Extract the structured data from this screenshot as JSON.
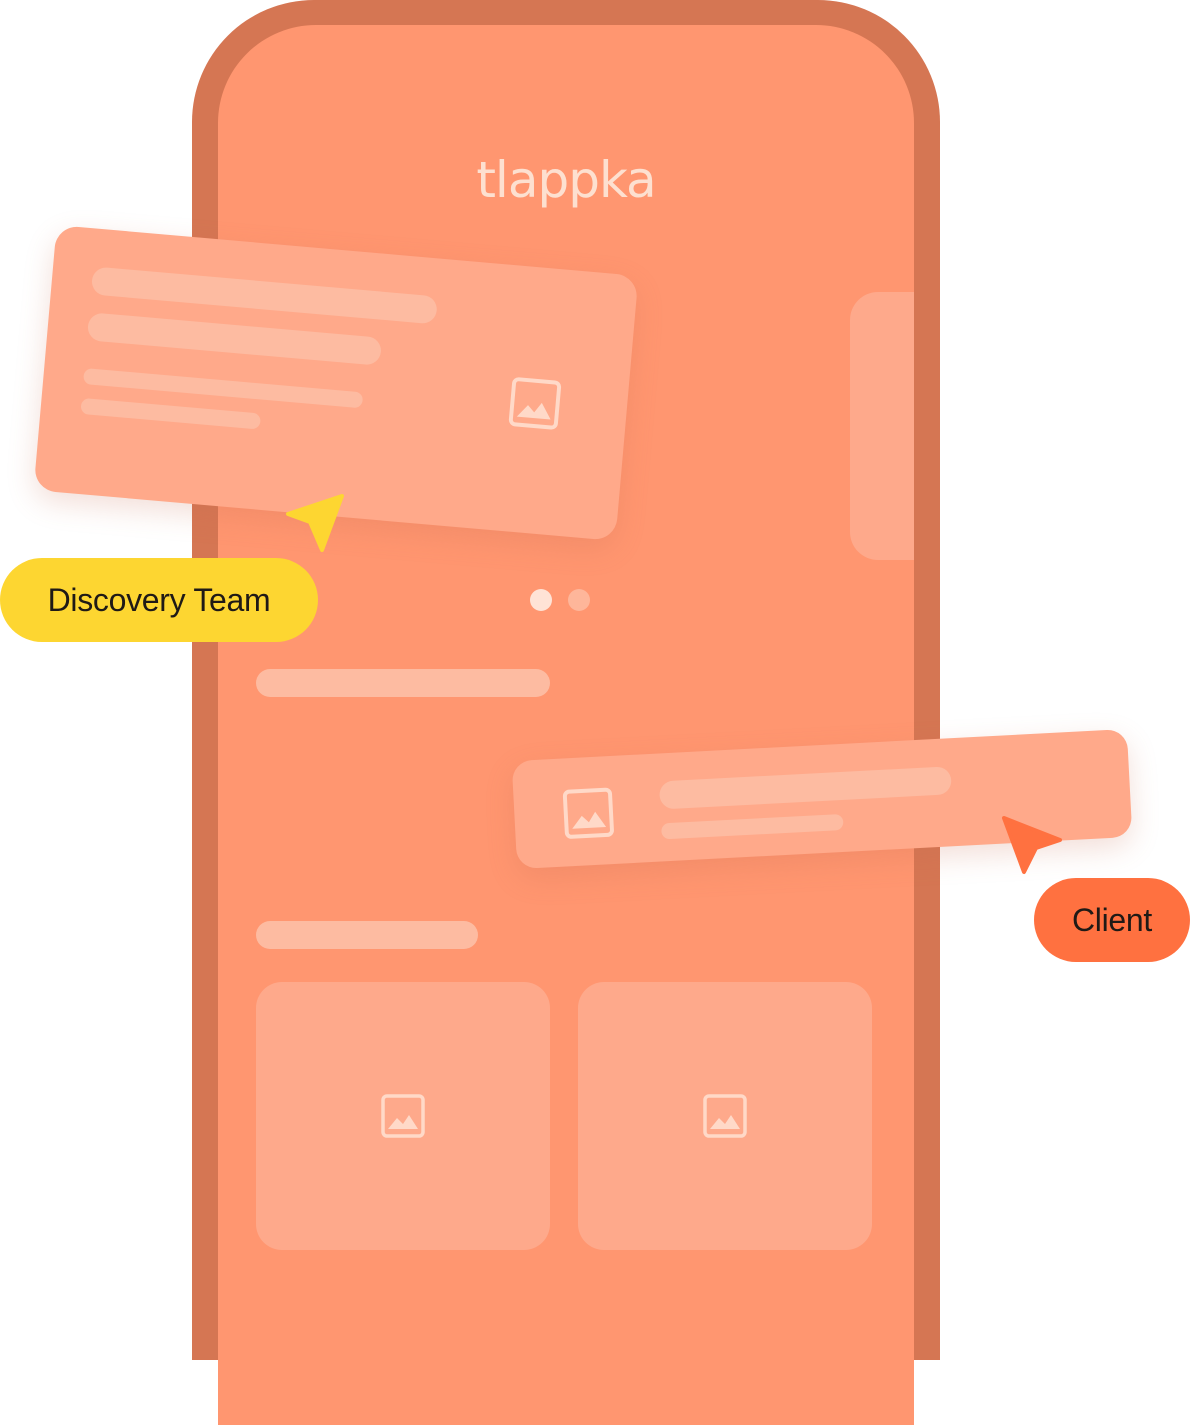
{
  "app": {
    "logo_text": "tlappka"
  },
  "carousel": {
    "dots_total": 2,
    "active_dot": 1
  },
  "collaborators": [
    {
      "name": "Discovery Team",
      "color": "#fdd631"
    },
    {
      "name": "Client",
      "color": "#ff7140"
    }
  ],
  "palette": {
    "phone_frame": "#d57653",
    "screen": "#ff9670",
    "card": "#fea98b",
    "placeholder_bar": "#fdbba1",
    "logo": "#fde0d0"
  },
  "icons": {
    "image_placeholder": "image-icon",
    "team_cursor": "cursor-arrow-icon",
    "client_cursor": "cursor-arrow-icon"
  }
}
